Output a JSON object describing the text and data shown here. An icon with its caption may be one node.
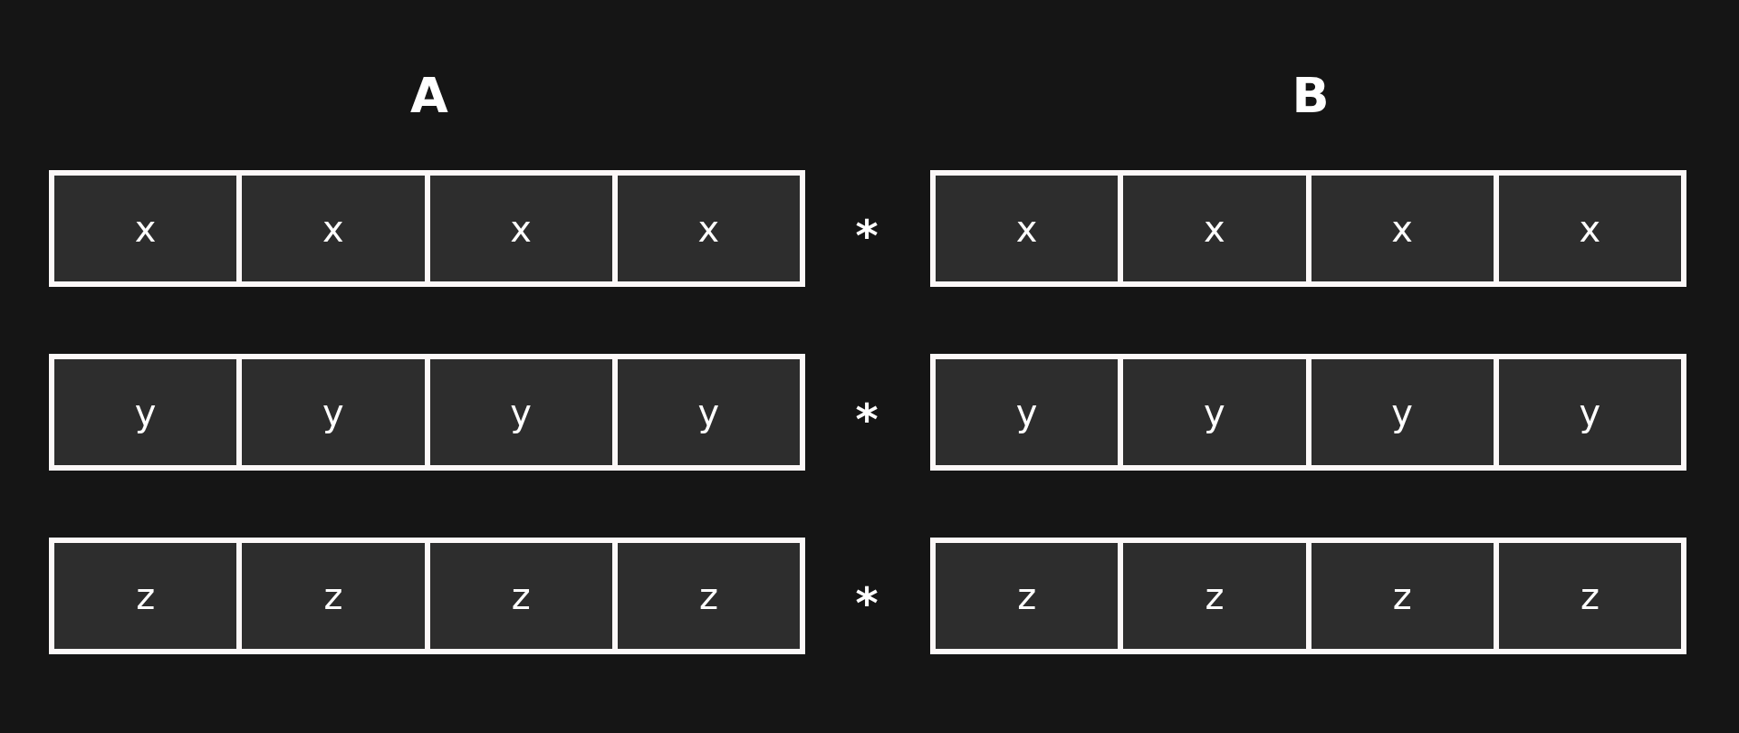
{
  "diagram": {
    "nodes": [
      {
        "text": [
          "x"
        ]
      },
      {
        "text": [
          "x"
        ]
      },
      {
        "text": [
          "x"
        ]
      },
      {
        "text": [
          "x"
        ]
      },
      {
        "text": [
          "x"
        ]
      },
      {
        "text": [
          "x"
        ]
      },
      {
        "text": [
          "x"
        ]
      },
      {
        "text": [
          "x"
        ]
      },
      {
        "text": [
          "y"
        ]
      },
      {
        "text": [
          "y"
        ]
      },
      {
        "text": [
          "y"
        ]
      },
      {
        "text": [
          "y"
        ]
      },
      {
        "text": [
          "y"
        ]
      },
      {
        "text": [
          "y"
        ]
      },
      {
        "text": [
          "y"
        ]
      },
      {
        "text": [
          "y"
        ]
      },
      {
        "text": [
          "z"
        ]
      },
      {
        "text": [
          "z"
        ]
      },
      {
        "text": [
          "z"
        ]
      },
      {
        "text": [
          "z"
        ]
      },
      {
        "text": [
          "z"
        ]
      },
      {
        "text": [
          "z"
        ]
      },
      {
        "text": [
          "z"
        ]
      },
      {
        "text": [
          "z"
        ]
      }
    ],
    "edges": [],
    "labels": [
      "A",
      "B",
      "*",
      "*",
      "*"
    ]
  }
}
